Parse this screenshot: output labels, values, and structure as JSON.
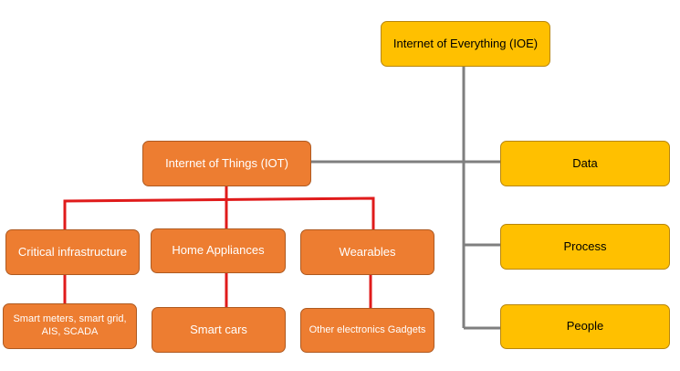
{
  "colors": {
    "root_fill": "#ffc000",
    "branch_fill": "#ed7d31",
    "gray_connector": "#7f7f7f",
    "red_connector": "#e01b1b"
  },
  "nodes": {
    "ioe": "Internet of Everything (IOE)",
    "iot": "Internet of Things (IOT)",
    "data": "Data",
    "process": "Process",
    "people": "People",
    "critical_infrastructure": "Critical infrastructure",
    "home_appliances": "Home Appliances",
    "wearables": "Wearables",
    "smart_meters": "Smart meters, smart grid, AIS, SCADA",
    "smart_cars": "Smart cars",
    "gadgets": "Other electronics Gadgets"
  }
}
